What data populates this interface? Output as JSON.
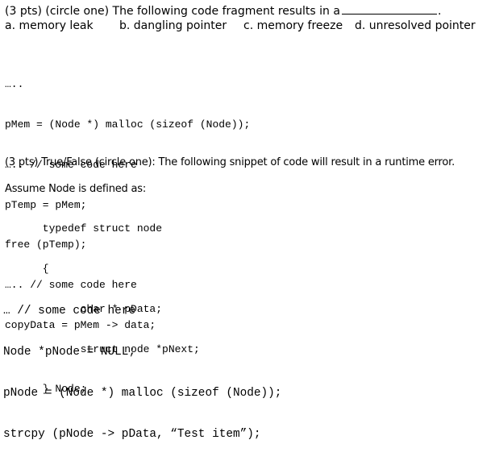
{
  "question1": {
    "prompt": "(3 pts) (circle one) The following code fragment results in a",
    "blank_suffix": ".",
    "choices": {
      "a": "a. memory leak",
      "b": "b. dangling pointer",
      "c": "c. memory freeze",
      "d": "d. unresolved pointer"
    },
    "code_lines": [
      "…..",
      "pMem = (Node *) malloc (sizeof (Node));",
      "….. // some code here",
      "pTemp = pMem;",
      "free (pTemp);",
      "….. // some code here",
      "copyData = pMem -> data;"
    ]
  },
  "question2": {
    "prompt": "(3 pts) True/False (circle one): The following snippet of code will result in a runtime error.",
    "assume_label": "Assume Node is defined as:",
    "struct_lines": [
      "      typedef struct node",
      "      {",
      "            char * pData;",
      "            struct node *pNext;",
      "      } Node;"
    ],
    "code_lines": [
      "… // some code here",
      "Node *pNode = NULL;",
      "pNode = (Node *) malloc (sizeof (Node));",
      "strcpy (pNode -> pData, “Test item”);"
    ]
  }
}
